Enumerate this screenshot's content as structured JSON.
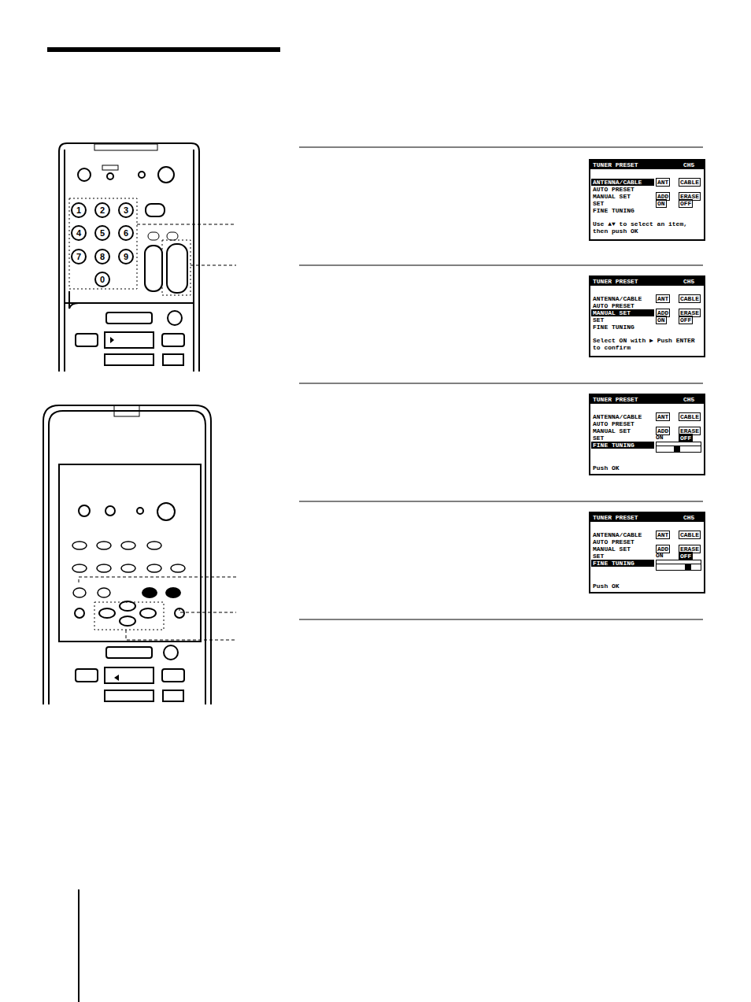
{
  "diagram": {
    "nodes": [
      {
        "text": [
          "TUNER PRESET",
          "CH5",
          "ANTENNA/CABLE",
          "ANT",
          "CABLE",
          "AUTO PRESET",
          "MANUAL SET",
          "ADD",
          "ERASE",
          "SET",
          "ON",
          "OFF",
          "FINE TUNING",
          "Use ▲▼ to select an item, then push OK"
        ]
      },
      {
        "text": [
          "TUNER PRESET",
          "CH5",
          "ANTENNA/CABLE",
          "ANT",
          "CABLE",
          "AUTO PRESET",
          "MANUAL SET",
          "ADD",
          "ERASE",
          "SET",
          "ON",
          "OFF",
          "FINE TUNING",
          "Select ON with ▶ Push ENTER to confirm"
        ]
      },
      {
        "text": [
          "TUNER PRESET",
          "CH5",
          "ANTENNA/CABLE",
          "ANT",
          "CABLE",
          "AUTO PRESET",
          "MANUAL SET",
          "ADD",
          "ERASE",
          "SET",
          "ON",
          "OFF",
          "FINE TUNING",
          "Push OK"
        ]
      },
      {
        "text": [
          "TUNER PRESET",
          "CH5",
          "ANTENNA/CABLE",
          "ANT",
          "CABLE",
          "AUTO PRESET",
          "MANUAL SET",
          "ADD",
          "ERASE",
          "SET",
          "ON",
          "OFF",
          "FINE TUNING",
          "Push OK"
        ]
      }
    ],
    "labels": [
      "1",
      "2",
      "3",
      "4",
      "5",
      "6",
      "7",
      "8",
      "9",
      "0"
    ]
  }
}
